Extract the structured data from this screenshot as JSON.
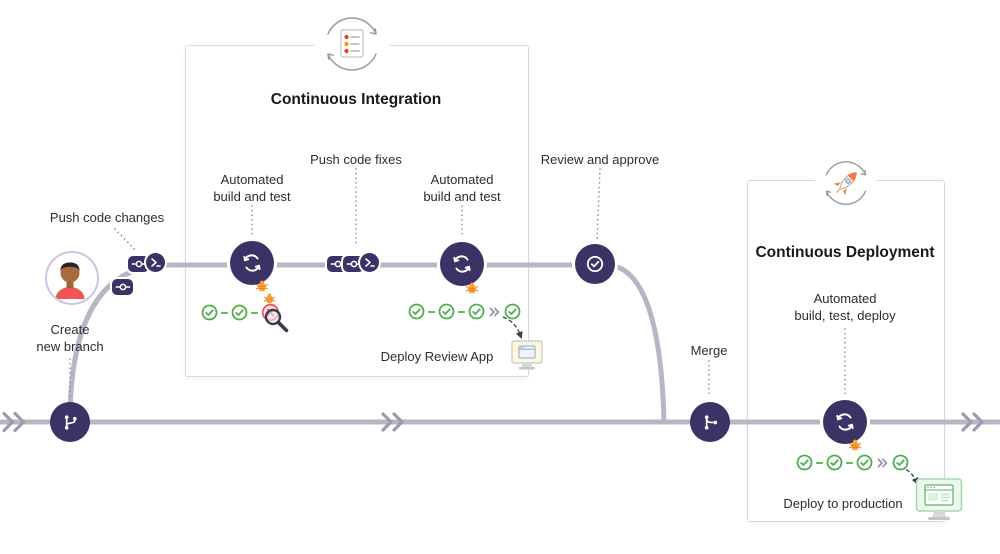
{
  "diagram": {
    "ci_title": "Continuous Integration",
    "cd_title": "Continuous Deployment",
    "labels": {
      "push_code_changes": "Push code changes",
      "create_new_branch_1": "Create",
      "create_new_branch_2": "new branch",
      "automated_build_test_1": "Automated",
      "automated_build_test_2": "build and test",
      "push_code_fixes": "Push code fixes",
      "review_and_approve": "Review and approve",
      "merge": "Merge",
      "deploy_review_app": "Deploy Review App",
      "automated_build_test_deploy_1": "Automated",
      "automated_build_test_deploy_2": "build, test, deploy",
      "deploy_to_production": "Deploy to production"
    },
    "status_rows": {
      "ci_first": [
        "pass",
        "pass",
        "fail"
      ],
      "ci_second": [
        "pass",
        "pass",
        "pass",
        "chevron",
        "pass"
      ],
      "cd": [
        "pass",
        "pass",
        "pass",
        "chevron",
        "pass"
      ]
    },
    "colors": {
      "node_purple": "#3b3365",
      "line_gray": "#bab4c4",
      "check_green": "#4fae4e",
      "fail_red": "#e05c5c",
      "bug_orange": "#f9a13a",
      "box_border": "#d9d9d9"
    }
  }
}
